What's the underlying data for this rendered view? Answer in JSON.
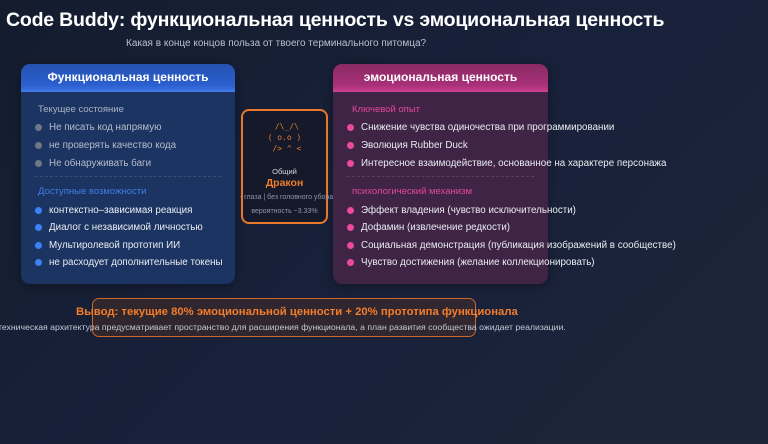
{
  "header": {
    "title": "Code Buddy: функциональная ценность vs эмоциональная ценность",
    "subtitle": "Какая в конце концов польза от твоего терминального питомца?"
  },
  "functional_card": {
    "title": "Функциональная ценность",
    "accent_color": "#2b5fcf",
    "sections": [
      {
        "label": "Текущее состояние",
        "items": [
          "Не писать код напрямую",
          "не проверять качество кода",
          "Не обнаруживать баги"
        ]
      },
      {
        "label": "Доступные возможности",
        "items": [
          "контекстно–зависимая реакция",
          "Диалог с независимой личностью",
          "Мультиролевой прототип ИИ",
          "не расходует дополнительные токены"
        ]
      }
    ]
  },
  "emotional_card": {
    "title": "эмоциональная ценность",
    "accent_color": "#a73078",
    "sections": [
      {
        "label": "Ключевой опыт",
        "items": [
          "Снижение чувства одиночества при программировании",
          "Эволюция Rubber Duck",
          "Интересное взаимодействие, основанное на характере персонажа"
        ]
      },
      {
        "label": "психологический механизм",
        "items": [
          "Эффект владения (чувство исключительности)",
          "Дофамин (извлечение редкости)",
          "Социальная демонстрация (публикация изображений в сообществе)",
          "Чувство достижения (желание коллекционировать)"
        ]
      }
    ]
  },
  "pet_card": {
    "ascii_art": " /\\_/\\\n( o.o )\n /> ^ <",
    "rarity": "Общий",
    "name": "Дракон",
    "traits": "- глаза | без головного убора",
    "probability": "вероятность ~3.33%",
    "accent_color": "#e7782c"
  },
  "conclusion": {
    "title": "Вывод: текущие 80% эмоциональной ценности + 20% прототипа функционала",
    "note": "техническая архитектура предусматривает пространство для расширения функционала, а план развития сообщества ожидает реализации."
  }
}
